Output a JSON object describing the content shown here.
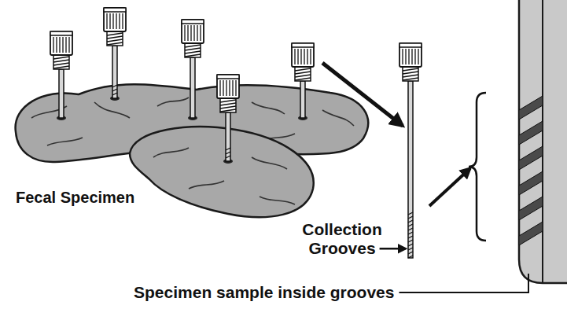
{
  "diagram": {
    "labels": [
      "Fecal Specimen",
      "Collection Grooves",
      "Specimen sample inside grooves"
    ]
  }
}
